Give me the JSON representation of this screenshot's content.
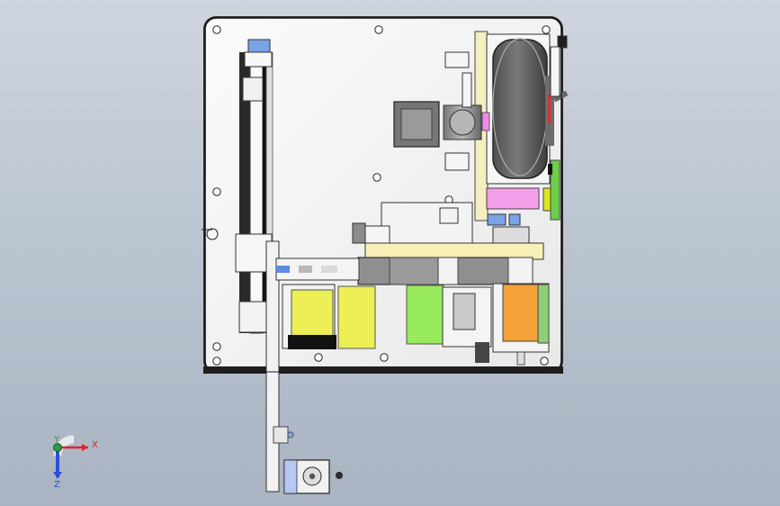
{
  "triad": {
    "x_label": "X",
    "y_label": "Y",
    "z_label": "Z",
    "colors": {
      "x": "#d8262b",
      "y": "#2a9a44",
      "z": "#2a50d8"
    }
  },
  "palette": {
    "background_top": "#cfd5df",
    "background_bottom": "#a9b3c1",
    "base_plate": "#f4f4f4",
    "frame_dark": "#111111",
    "bracket_yellow": "#f7f1b8",
    "block_yellow": "#ecef55",
    "block_green": "#98ea5d",
    "block_orange": "#f4a33a",
    "block_magenta": "#ef9de9",
    "block_cyan": "#6ba6ee",
    "motor_gray": "#8d8d8d",
    "rail_gray": "#b8b8b8",
    "drum_gray": "#6f6f6f"
  }
}
